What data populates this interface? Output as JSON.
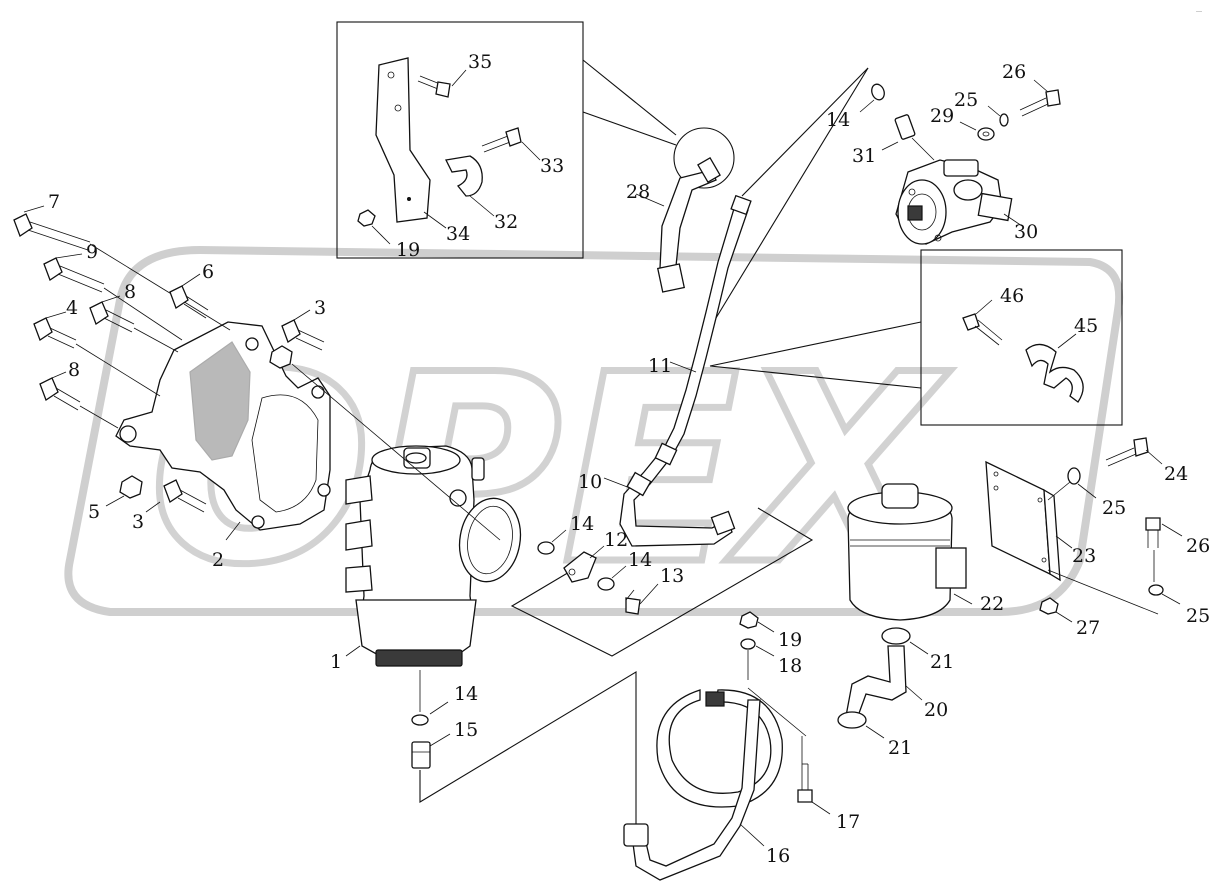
{
  "watermark": {
    "brand": "OPEX"
  },
  "corner_tag": "…",
  "callouts": [
    {
      "id": "c1",
      "label": "1"
    },
    {
      "id": "c2",
      "label": "2"
    },
    {
      "id": "c3a",
      "label": "3"
    },
    {
      "id": "c3b",
      "label": "3"
    },
    {
      "id": "c4",
      "label": "4"
    },
    {
      "id": "c5",
      "label": "5"
    },
    {
      "id": "c6",
      "label": "6"
    },
    {
      "id": "c7",
      "label": "7"
    },
    {
      "id": "c8a",
      "label": "8"
    },
    {
      "id": "c8b",
      "label": "8"
    },
    {
      "id": "c9",
      "label": "9"
    },
    {
      "id": "c10",
      "label": "10"
    },
    {
      "id": "c11",
      "label": "11"
    },
    {
      "id": "c12",
      "label": "12"
    },
    {
      "id": "c13",
      "label": "13"
    },
    {
      "id": "c14a",
      "label": "14"
    },
    {
      "id": "c14b",
      "label": "14"
    },
    {
      "id": "c14c",
      "label": "14"
    },
    {
      "id": "c14d",
      "label": "14"
    },
    {
      "id": "c15",
      "label": "15"
    },
    {
      "id": "c16",
      "label": "16"
    },
    {
      "id": "c17",
      "label": "17"
    },
    {
      "id": "c18",
      "label": "18"
    },
    {
      "id": "c19a",
      "label": "19"
    },
    {
      "id": "c19b",
      "label": "19"
    },
    {
      "id": "c20",
      "label": "20"
    },
    {
      "id": "c21a",
      "label": "21"
    },
    {
      "id": "c21b",
      "label": "21"
    },
    {
      "id": "c22",
      "label": "22"
    },
    {
      "id": "c23",
      "label": "23"
    },
    {
      "id": "c24",
      "label": "24"
    },
    {
      "id": "c25a",
      "label": "25"
    },
    {
      "id": "c25b",
      "label": "25"
    },
    {
      "id": "c25c",
      "label": "25"
    },
    {
      "id": "c26a",
      "label": "26"
    },
    {
      "id": "c26b",
      "label": "26"
    },
    {
      "id": "c27",
      "label": "27"
    },
    {
      "id": "c28",
      "label": "28"
    },
    {
      "id": "c29",
      "label": "29"
    },
    {
      "id": "c30",
      "label": "30"
    },
    {
      "id": "c31",
      "label": "31"
    },
    {
      "id": "c32",
      "label": "32"
    },
    {
      "id": "c33",
      "label": "33"
    },
    {
      "id": "c34",
      "label": "34"
    },
    {
      "id": "c35",
      "label": "35"
    },
    {
      "id": "c45",
      "label": "45"
    },
    {
      "id": "c46",
      "label": "46"
    }
  ]
}
